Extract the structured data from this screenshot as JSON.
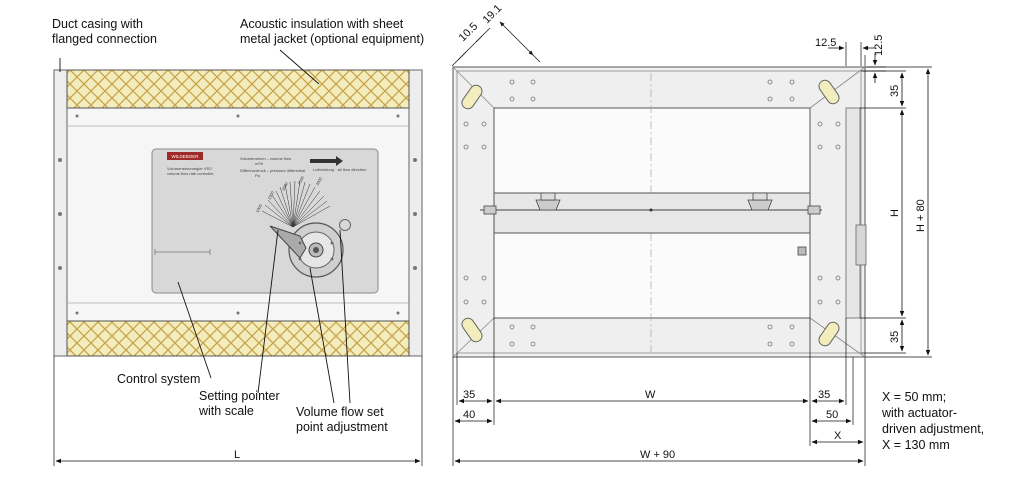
{
  "labels": {
    "duct_casing": [
      "Duct casing with",
      "flanged connection"
    ],
    "insulation": [
      "Acoustic insulation with sheet",
      "metal jacket (optional equipment)"
    ],
    "control_system": "Control system",
    "setting_pointer": [
      "Setting pointer",
      "with scale"
    ],
    "volume_flow": [
      "Volume flow set",
      "point adjustment"
    ],
    "length": "L"
  },
  "dimensions": {
    "d10_5": "10.5",
    "d19_1": "19.1",
    "d12_5_top": "12.5",
    "d12_5_right": "12.5",
    "d35_top": "35",
    "d35_bottom": "35",
    "h": "H",
    "h_plus_80": "H + 80",
    "d35_left": "35",
    "d40_left": "40",
    "w": "W",
    "d35_right": "35",
    "d50_right": "50",
    "x": "X",
    "w_plus_90": "W + 90"
  },
  "note": [
    "X = 50 mm;",
    "with actuator-",
    "driven adjustment,",
    "X = 130 mm"
  ],
  "panel": {
    "brand": "WILDEBOER",
    "title": "Volumenstromregler VR2",
    "subtitle": "volume flow rate controller",
    "vol_label": "Volumenstrom – volume flow",
    "vol_unit": "m³/h",
    "diff_label": "Differenzdruck – pressure differential",
    "diff_unit": "Pa",
    "arrow_text": "Luftrichtung · air flow direction",
    "scale": [
      "1000",
      "1500",
      "2000",
      "2500",
      "3000"
    ]
  }
}
